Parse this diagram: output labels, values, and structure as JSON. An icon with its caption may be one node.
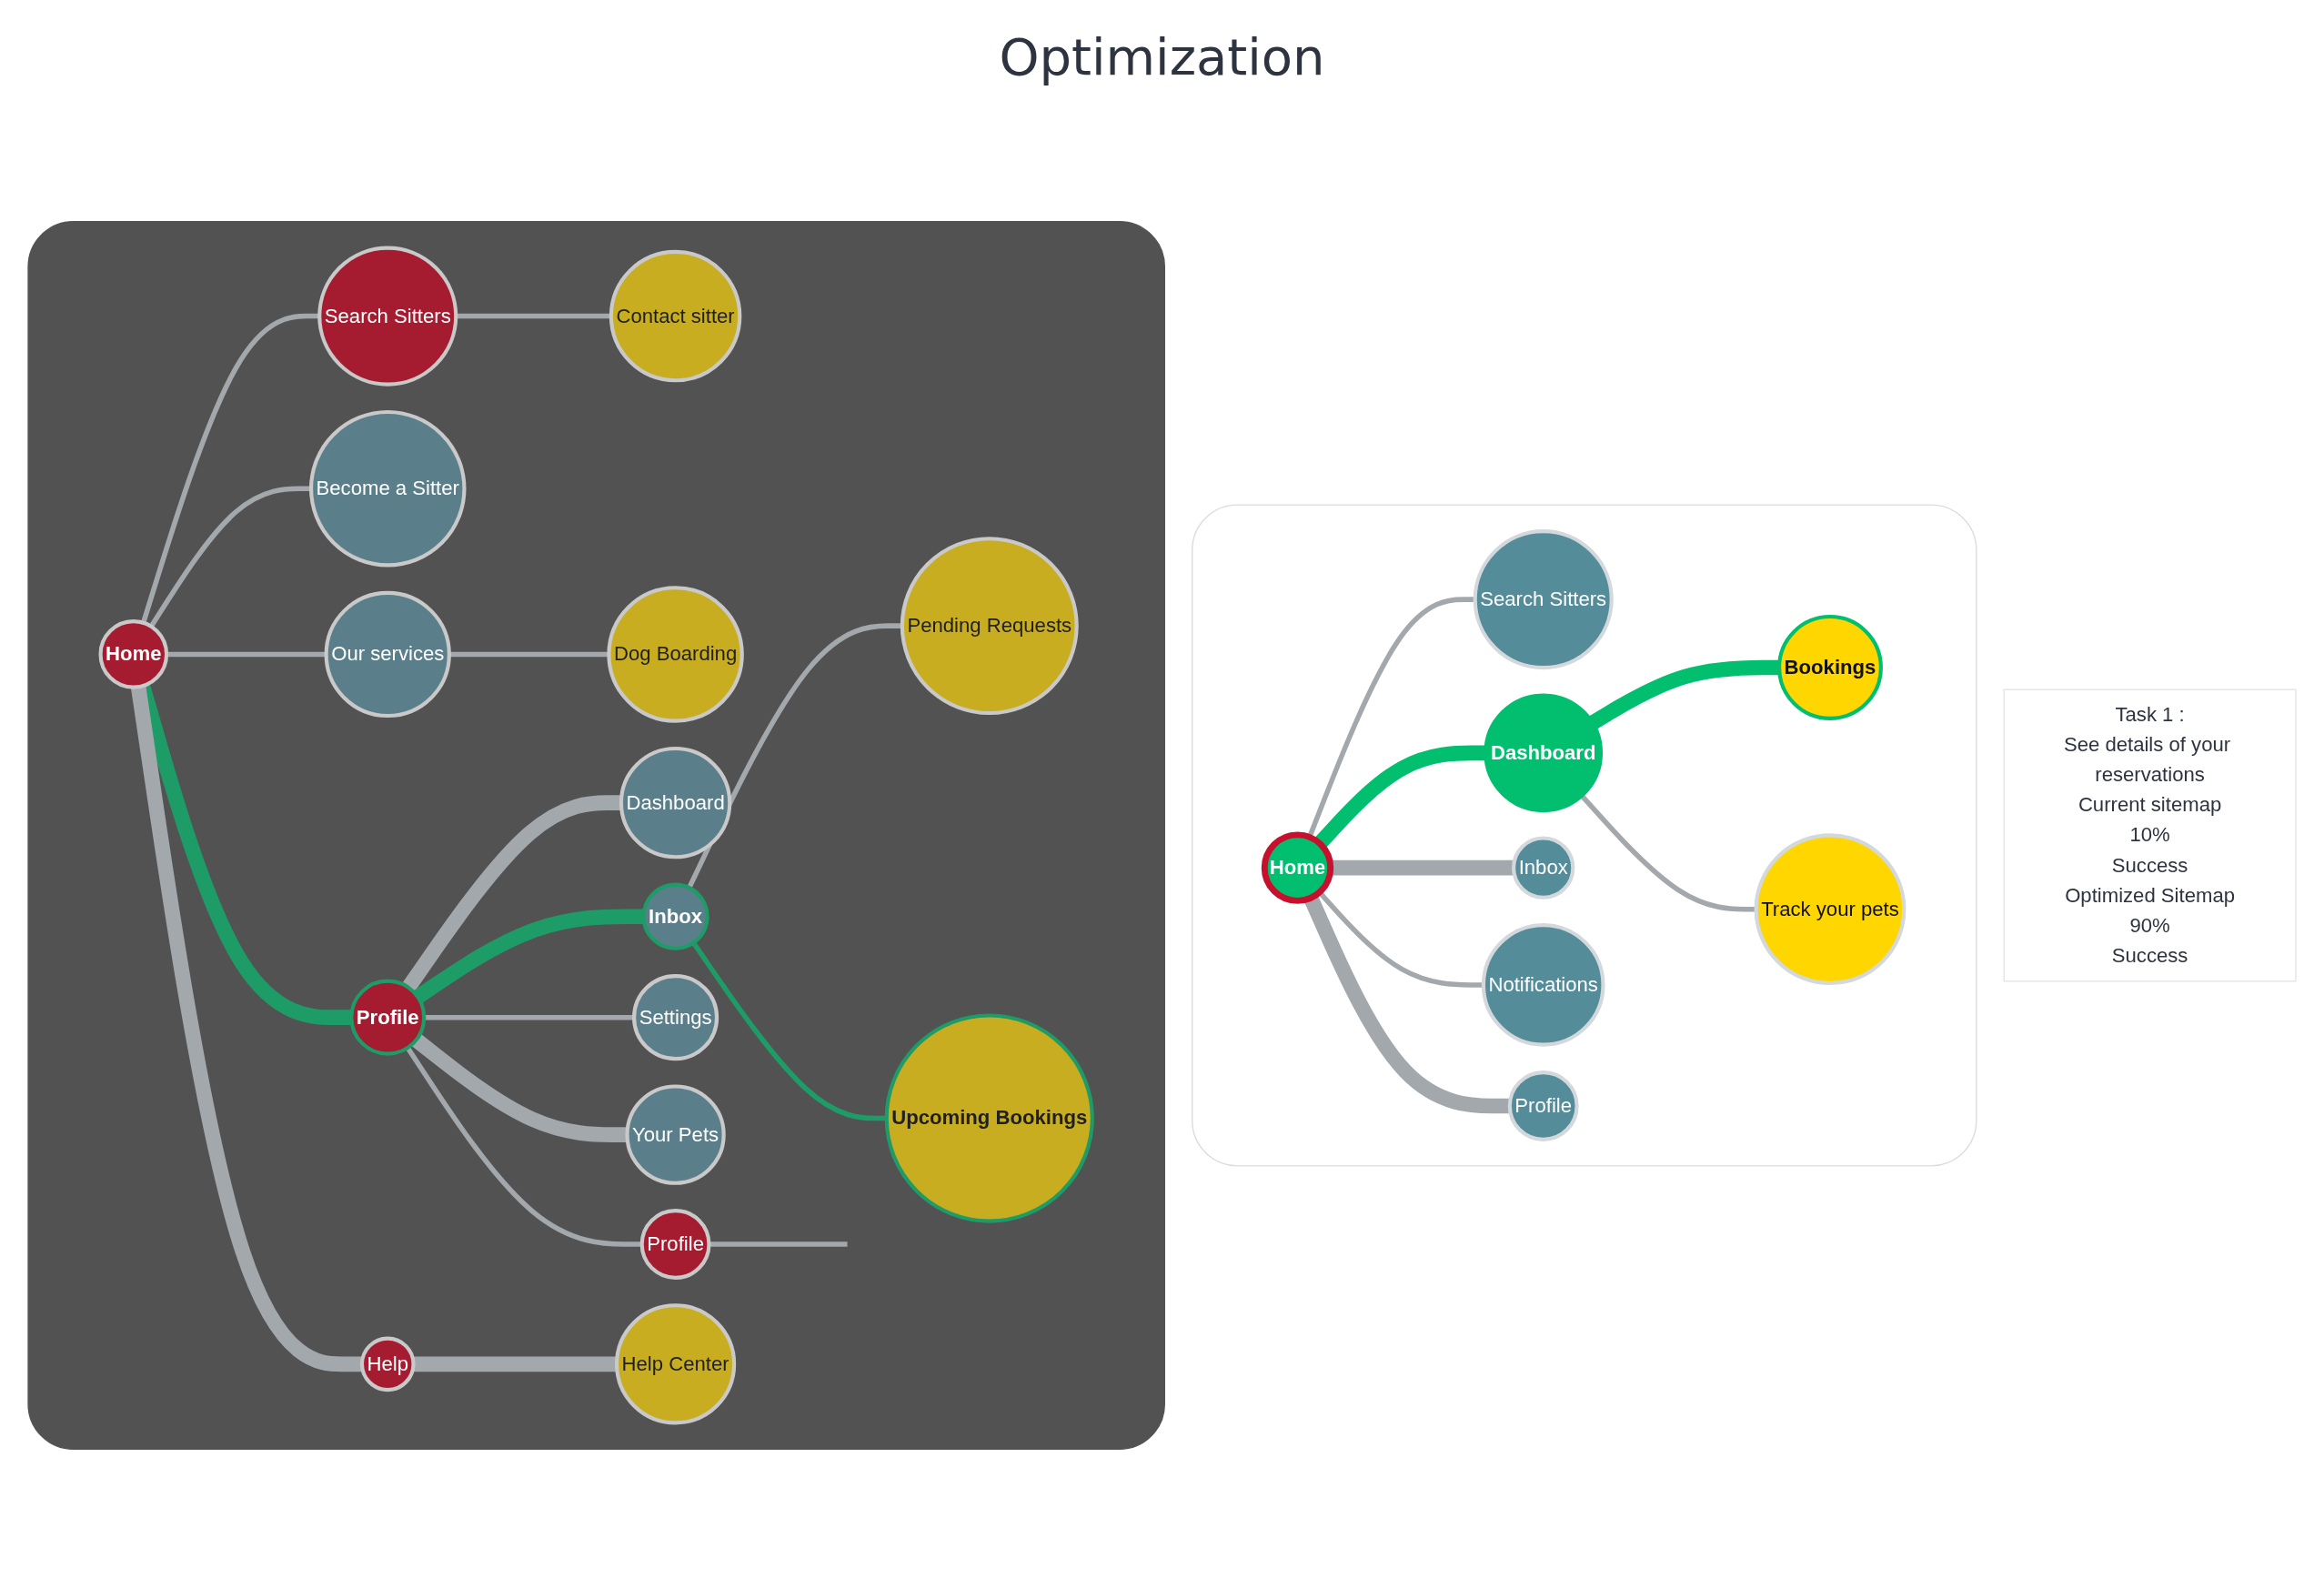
{
  "diagram": {
    "title": "Optimization",
    "nodes": [
      {
        "text": [
          "Task 1 :",
          "See details of your reservations",
          "Current sitemap",
          "10%",
          "Success",
          "Optimized Sitemap",
          "90%",
          "Success"
        ]
      },
      {
        "text": [],
        "shape": "box"
      },
      {
        "text": [
          "Home"
        ],
        "in": 1
      },
      {
        "text": [
          "Search Sitters"
        ],
        "in": 1
      },
      {
        "text": [
          "Contact sitter"
        ],
        "in": 1
      },
      {
        "text": [
          "Become a Sitter"
        ],
        "in": 1
      },
      {
        "text": [
          "Our services"
        ],
        "in": 1
      },
      {
        "text": [
          "Dog Boarding"
        ],
        "in": 1
      },
      {
        "text": [
          "Profile"
        ],
        "in": 1
      },
      {
        "text": [
          "Dashboard"
        ],
        "in": 1
      },
      {
        "text": [
          "Profile"
        ],
        "in": 1
      },
      {
        "text": [
          "Inbox"
        ],
        "in": 1
      },
      {
        "text": [
          "Pending Requests"
        ],
        "in": 1
      },
      {
        "text": [
          "Upcoming Bookings"
        ],
        "in": 1
      },
      {
        "text": [
          "Settings"
        ],
        "in": 1
      },
      {
        "text": [
          "Your Pets"
        ],
        "in": 1
      },
      {
        "text": [
          "Help"
        ],
        "in": 1
      },
      {
        "text": [
          "Help Center"
        ],
        "in": 1
      },
      {
        "text": [],
        "shape": "box"
      },
      {
        "text": [
          "Home"
        ],
        "in": 18
      },
      {
        "text": [
          "Search Sitters"
        ],
        "in": 18
      },
      {
        "text": [
          "Dashboard"
        ],
        "in": 18
      },
      {
        "text": [
          "Bookings"
        ],
        "in": 18
      },
      {
        "text": [
          "Track your pets"
        ],
        "in": 18
      },
      {
        "text": [
          "Inbox"
        ],
        "in": 18
      },
      {
        "text": [
          "Notifications"
        ],
        "in": 18
      },
      {
        "text": [
          "Profile"
        ],
        "in": 18
      }
    ],
    "edges": [
      {
        "from": 2,
        "to": 3,
        "arrow": "none"
      },
      {
        "from": 3,
        "to": 4,
        "arrow": "none"
      },
      {
        "from": 2,
        "to": 5,
        "arrow": "none"
      },
      {
        "from": 2,
        "to": 6,
        "arrow": "none"
      },
      {
        "from": 6,
        "to": 7,
        "arrow": "none"
      },
      {
        "from": 2,
        "to": 8,
        "arrow": "none",
        "style": "thick",
        "color": "#1e9c67"
      },
      {
        "from": 8,
        "to": 9,
        "arrow": "none",
        "style": "thick"
      },
      {
        "from": 8,
        "to": 11,
        "arrow": "none",
        "style": "thick",
        "color": "#1e9c67"
      },
      {
        "from": 11,
        "to": 12,
        "arrow": "none"
      },
      {
        "from": 11,
        "to": 13,
        "arrow": "none",
        "color": "#1e9c67"
      },
      {
        "from": 8,
        "to": 14,
        "arrow": "none"
      },
      {
        "from": 8,
        "to": 15,
        "arrow": "none",
        "style": "thick"
      },
      {
        "from": 8,
        "to": 10,
        "arrow": "none"
      },
      {
        "from": 10,
        "to": null,
        "arrow": "none"
      },
      {
        "from": 2,
        "to": 16,
        "arrow": "none",
        "style": "thick"
      },
      {
        "from": 16,
        "to": 17,
        "arrow": "none",
        "style": "thick"
      },
      {
        "from": 19,
        "to": 20,
        "arrow": "none"
      },
      {
        "from": 19,
        "to": 21,
        "arrow": "none",
        "style": "thick",
        "color": "#02bf6f"
      },
      {
        "from": 21,
        "to": 22,
        "arrow": "none",
        "style": "thick",
        "color": "#02bf6f"
      },
      {
        "from": 21,
        "to": 23,
        "arrow": "none"
      },
      {
        "from": 19,
        "to": 24,
        "arrow": "none",
        "style": "thick"
      },
      {
        "from": 19,
        "to": 25,
        "arrow": "none"
      },
      {
        "from": 19,
        "to": 26,
        "arrow": "none",
        "style": "thick"
      }
    ]
  }
}
